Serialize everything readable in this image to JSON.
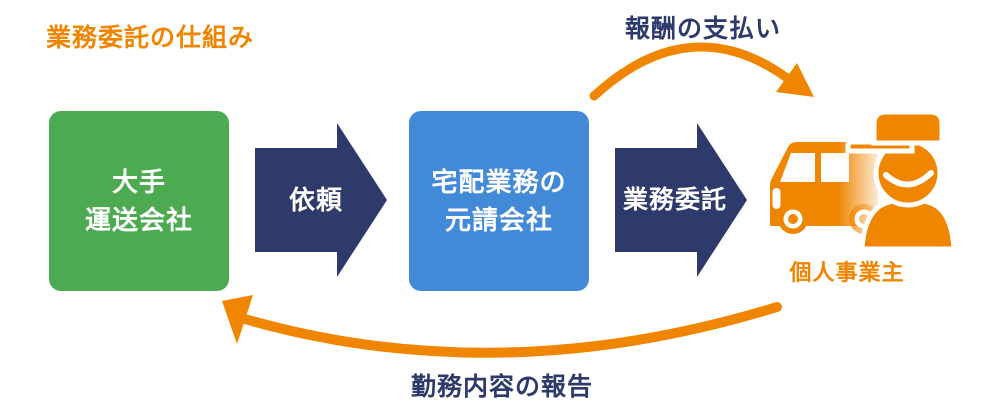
{
  "title": "業務委託の仕組み",
  "colors": {
    "orange": "#F08500",
    "navy": "#2D3A6B",
    "green": "#4CAB51",
    "blue": "#4289D8",
    "box_text": "#FFFFFF"
  },
  "nodes": {
    "shipper": {
      "line1": "大手",
      "line2": "運送会社"
    },
    "contractor": {
      "line1": "宅配業務の",
      "line2": "元請会社"
    },
    "worker": {
      "label": "個人事業主",
      "icon": "truck-and-driver-icon"
    }
  },
  "arrows": {
    "request": {
      "label": "依頼",
      "direction": "right",
      "style": "block-arrow-navy"
    },
    "outsourcing": {
      "label": "業務委託",
      "direction": "right",
      "style": "block-arrow-navy"
    },
    "payment": {
      "label": "報酬の支払い",
      "direction": "curved-right",
      "style": "orange-arc"
    },
    "report": {
      "label": "勤務内容の報告",
      "direction": "curved-left",
      "style": "orange-arc"
    }
  }
}
